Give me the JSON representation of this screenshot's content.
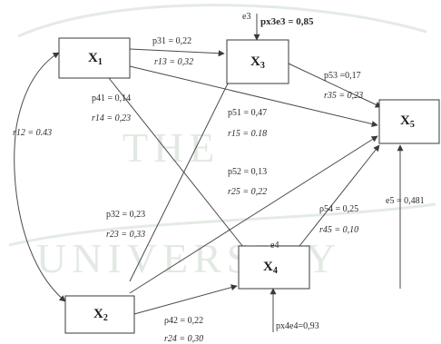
{
  "watermark": {
    "line1": "THE",
    "line2": "UNIVERSITY"
  },
  "nodes": {
    "x1": {
      "base": "X",
      "sub": "1"
    },
    "x2": {
      "base": "X",
      "sub": "2"
    },
    "x3": {
      "base": "X",
      "sub": "3"
    },
    "x4": {
      "base": "X",
      "sub": "4"
    },
    "x5": {
      "base": "X",
      "sub": "5"
    }
  },
  "labels": {
    "p31": "p31 = 0,22",
    "r13": "r13 = 0,32",
    "e3": "e3",
    "px3e3": "px3e3 = 0,85",
    "p53": "p53 =0,17",
    "r35": "r35 = 0,23",
    "p41": "p41 = 0,14",
    "r14": "r14 = 0,23",
    "p51": "p51 = 0,47",
    "r15": "r15 = 0.18",
    "r12": "r12 = 0.43",
    "p52": "p52 = 0,13",
    "r25": "r25 = 0,22",
    "p32": "p32 = 0,23",
    "r23": "r23 = 0,33",
    "p54": "ρ54 = 0,25",
    "r45": "r45 = 0,10",
    "e4": "e4",
    "e5": "e5 = 0,481",
    "p42": "ρ42 = 0,22",
    "r24": "r24 = 0,30",
    "px4e4": "px4e4=0,93"
  }
}
